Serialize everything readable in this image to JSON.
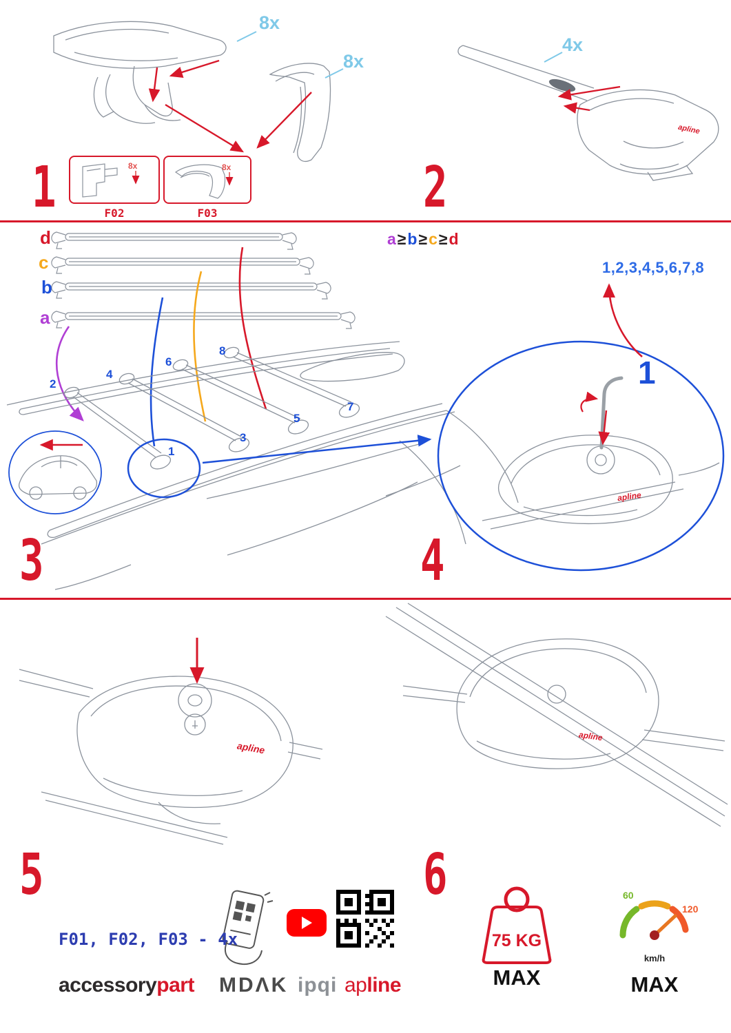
{
  "colors": {
    "red": "#d7182a",
    "blue": "#1d50d8",
    "light_blue": "#7fc9e8",
    "orange": "#f5a81c",
    "purple": "#b03fd4",
    "green": "#76b82a",
    "speed_orange": "#f0592a",
    "dark": "#231f20",
    "gray": "#8d9196",
    "youtube_red": "#ff0000"
  },
  "step1": {
    "number": "1",
    "qty_cover": "8x",
    "qty_pad": "8x",
    "boxes": [
      {
        "qty": "8x",
        "label": "F02"
      },
      {
        "qty": "8x",
        "label": "F03"
      }
    ]
  },
  "step2": {
    "number": "2",
    "qty": "4x",
    "product_logo": "apline"
  },
  "step3": {
    "number": "3",
    "bar_labels": [
      {
        "text": "d",
        "color": "#d7182a"
      },
      {
        "text": "c",
        "color": "#f5a81c"
      },
      {
        "text": "b",
        "color": "#1d50d8"
      },
      {
        "text": "a",
        "color": "#b03fd4"
      }
    ],
    "formula": [
      {
        "text": "a",
        "color": "#b03fd4"
      },
      {
        "text": "≥",
        "color": "#231f20"
      },
      {
        "text": "b",
        "color": "#1d50d8"
      },
      {
        "text": "≥",
        "color": "#231f20"
      },
      {
        "text": "c",
        "color": "#f5a81c"
      },
      {
        "text": "≥",
        "color": "#231f20"
      },
      {
        "text": "d",
        "color": "#d7182a"
      }
    ],
    "roof_positions": [
      "1",
      "2",
      "3",
      "4",
      "5",
      "6",
      "7",
      "8"
    ]
  },
  "step4": {
    "number": "4",
    "tighten_sequence": "1,2,3,4,5,6,7,8",
    "position_label": "1",
    "product_logo": "apline"
  },
  "step5": {
    "number": "5",
    "parts_line": "F01, F02, F03 - 4x",
    "product_logo": "apline",
    "brands": {
      "accessorypart": [
        {
          "text": "accessory",
          "color": "#2d2a2b"
        },
        {
          "text": "part",
          "color": "#d7182a"
        }
      ],
      "mdak": "MDΛK",
      "ipqi": "ipqi",
      "apline": [
        {
          "text": "ap",
          "color": "#d7182a"
        },
        {
          "text": "line",
          "color": "#d7182a"
        }
      ]
    }
  },
  "step6": {
    "number": "6",
    "product_logo": "apline",
    "weight_limit": "75 KG",
    "weight_max": "MAX",
    "speed_min": "60",
    "speed_max_value": "120",
    "speed_unit": "km/h",
    "speed_max": "MAX"
  }
}
